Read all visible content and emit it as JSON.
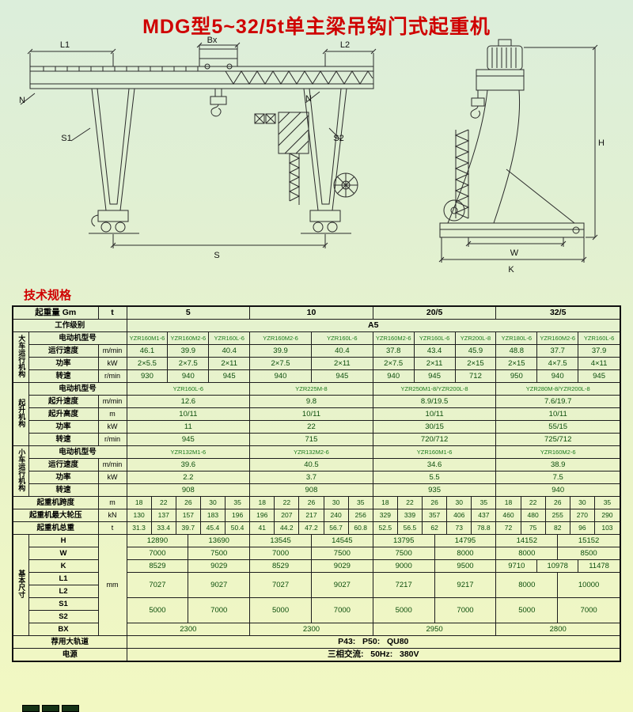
{
  "page": {
    "title": "MDG型5~32/5t单主梁吊钩门式起重机",
    "section_header": "技术规格"
  },
  "drawing": {
    "labels": {
      "l1": "L1",
      "bx": "Bx",
      "l2": "L2",
      "n1": "N",
      "n2": "N",
      "s1": "S1",
      "s2": "S2",
      "s": "S",
      "h": "H",
      "w": "W",
      "k": "K"
    }
  },
  "table": {
    "rows": [
      [
        {
          "t": "起重量 Gm",
          "c": 2,
          "k": "hdr"
        },
        {
          "t": "t",
          "k": "hdr"
        },
        {
          "t": "5",
          "c": 30,
          "k": "hdr"
        },
        {
          "t": "10",
          "c": 30,
          "k": "hdr"
        },
        {
          "t": "20/5",
          "c": 30,
          "k": "hdr"
        },
        {
          "t": "32/5",
          "c": 30,
          "k": "hdr"
        }
      ],
      [
        {
          "t": "工作级别",
          "c": 3,
          "k": "lbl"
        },
        {
          "t": "A5",
          "c": 120,
          "k": "hdr"
        }
      ],
      [
        {
          "t": "大车运行机构",
          "r": 4,
          "k": "grp"
        },
        {
          "t": "电动机型号",
          "c": 2,
          "k": "lbl"
        },
        {
          "t": "YZR160M1-6",
          "c": 10,
          "k": "mdl"
        },
        {
          "t": "YZR160M2-6",
          "c": 10,
          "k": "mdl"
        },
        {
          "t": "YZR160L-6",
          "c": 10,
          "k": "mdl"
        },
        {
          "t": "YZR160M2-6",
          "c": 15,
          "k": "mdl"
        },
        {
          "t": "YZR160L-6",
          "c": 15,
          "k": "mdl"
        },
        {
          "t": "YZR160M2-6",
          "c": 10,
          "k": "mdl"
        },
        {
          "t": "YZR160L-6",
          "c": 10,
          "k": "mdl"
        },
        {
          "t": "YZR200L-8",
          "c": 10,
          "k": "mdl"
        },
        {
          "t": "YZR180L-6",
          "c": 10,
          "k": "mdl"
        },
        {
          "t": "YZR160M2-6",
          "c": 10,
          "k": "mdl"
        },
        {
          "t": "YZR160L-6",
          "c": 10,
          "k": "mdl"
        }
      ],
      [
        {
          "t": "运行速度",
          "k": "lbl"
        },
        {
          "t": "m/min",
          "k": "unit"
        },
        {
          "t": "46.1",
          "c": 10
        },
        {
          "t": "39.9",
          "c": 10
        },
        {
          "t": "40.4",
          "c": 10
        },
        {
          "t": "39.9",
          "c": 15
        },
        {
          "t": "40.4",
          "c": 15
        },
        {
          "t": "37.8",
          "c": 10
        },
        {
          "t": "43.4",
          "c": 10
        },
        {
          "t": "45.9",
          "c": 10
        },
        {
          "t": "48.8",
          "c": 10
        },
        {
          "t": "37.7",
          "c": 10
        },
        {
          "t": "37.9",
          "c": 10
        }
      ],
      [
        {
          "t": "功率",
          "k": "lbl"
        },
        {
          "t": "kW",
          "k": "unit"
        },
        {
          "t": "2×5.5",
          "c": 10
        },
        {
          "t": "2×7.5",
          "c": 10
        },
        {
          "t": "2×11",
          "c": 10
        },
        {
          "t": "2×7.5",
          "c": 15
        },
        {
          "t": "2×11",
          "c": 15
        },
        {
          "t": "2×7.5",
          "c": 10
        },
        {
          "t": "2×11",
          "c": 10
        },
        {
          "t": "2×15",
          "c": 10
        },
        {
          "t": "2×15",
          "c": 10
        },
        {
          "t": "4×7.5",
          "c": 10
        },
        {
          "t": "4×11",
          "c": 10
        }
      ],
      [
        {
          "t": "转速",
          "k": "lbl"
        },
        {
          "t": "r/min",
          "k": "unit"
        },
        {
          "t": "930",
          "c": 10
        },
        {
          "t": "940",
          "c": 10
        },
        {
          "t": "945",
          "c": 10
        },
        {
          "t": "940",
          "c": 15
        },
        {
          "t": "945",
          "c": 15
        },
        {
          "t": "940",
          "c": 10
        },
        {
          "t": "945",
          "c": 10
        },
        {
          "t": "712",
          "c": 10
        },
        {
          "t": "950",
          "c": 10
        },
        {
          "t": "940",
          "c": 10
        },
        {
          "t": "945",
          "c": 10
        }
      ],
      [
        {
          "t": "起升机构",
          "r": 5,
          "k": "grp"
        },
        {
          "t": "电动机型号",
          "c": 2,
          "k": "lbl"
        },
        {
          "t": "YZR160L-6",
          "c": 30,
          "k": "mdl"
        },
        {
          "t": "YZR225M-8",
          "c": 30,
          "k": "mdl"
        },
        {
          "t": "YZR250M1-8/YZR200L-8",
          "c": 30,
          "k": "mdl"
        },
        {
          "t": "YZR280M-8/YZR200L-8",
          "c": 30,
          "k": "mdl"
        }
      ],
      [
        {
          "t": "起升速度",
          "k": "lbl"
        },
        {
          "t": "m/min",
          "k": "unit"
        },
        {
          "t": "12.6",
          "c": 30
        },
        {
          "t": "9.8",
          "c": 30
        },
        {
          "t": "8.9/19.5",
          "c": 30
        },
        {
          "t": "7.6/19.7",
          "c": 30
        }
      ],
      [
        {
          "t": "起升高度",
          "k": "lbl"
        },
        {
          "t": "m",
          "k": "unit"
        },
        {
          "t": "10/11",
          "c": 30
        },
        {
          "t": "10/11",
          "c": 30
        },
        {
          "t": "10/11",
          "c": 30
        },
        {
          "t": "10/11",
          "c": 30
        }
      ],
      [
        {
          "t": "功率",
          "k": "lbl"
        },
        {
          "t": "kW",
          "k": "unit"
        },
        {
          "t": "11",
          "c": 30
        },
        {
          "t": "22",
          "c": 30
        },
        {
          "t": "30/15",
          "c": 30
        },
        {
          "t": "55/15",
          "c": 30
        }
      ],
      [
        {
          "t": "转速",
          "k": "lbl"
        },
        {
          "t": "r/min",
          "k": "unit"
        },
        {
          "t": "945",
          "c": 30
        },
        {
          "t": "715",
          "c": 30
        },
        {
          "t": "720/712",
          "c": 30
        },
        {
          "t": "725/712",
          "c": 30
        }
      ],
      [
        {
          "t": "小车运行机构",
          "r": 4,
          "k": "grp"
        },
        {
          "t": "电动机型号",
          "c": 2,
          "k": "lbl"
        },
        {
          "t": "YZR132M1-6",
          "c": 30,
          "k": "mdl"
        },
        {
          "t": "YZR132M2-6",
          "c": 30,
          "k": "mdl"
        },
        {
          "t": "YZR160M1-6",
          "c": 30,
          "k": "mdl"
        },
        {
          "t": "YZR160M2-6",
          "c": 30,
          "k": "mdl"
        }
      ],
      [
        {
          "t": "运行速度",
          "k": "lbl"
        },
        {
          "t": "m/min",
          "k": "unit"
        },
        {
          "t": "39.6",
          "c": 30
        },
        {
          "t": "40.5",
          "c": 30
        },
        {
          "t": "34.6",
          "c": 30
        },
        {
          "t": "38.9",
          "c": 30
        }
      ],
      [
        {
          "t": "功率",
          "k": "lbl"
        },
        {
          "t": "kW",
          "k": "unit"
        },
        {
          "t": "2.2",
          "c": 30
        },
        {
          "t": "3.7",
          "c": 30
        },
        {
          "t": "5.5",
          "c": 30
        },
        {
          "t": "7.5",
          "c": 30
        }
      ],
      [
        {
          "t": "转速",
          "k": "lbl"
        },
        {
          "t": "",
          "k": "unit"
        },
        {
          "t": "908",
          "c": 30
        },
        {
          "t": "908",
          "c": 30
        },
        {
          "t": "935",
          "c": 30
        },
        {
          "t": "940",
          "c": 30
        }
      ],
      [
        {
          "t": "起重机跨度",
          "c": 2,
          "k": "lbl"
        },
        {
          "t": "m",
          "k": "unit"
        },
        {
          "t": "18",
          "c": 6,
          "k": "sm"
        },
        {
          "t": "22",
          "c": 6,
          "k": "sm"
        },
        {
          "t": "26",
          "c": 6,
          "k": "sm"
        },
        {
          "t": "30",
          "c": 6,
          "k": "sm"
        },
        {
          "t": "35",
          "c": 6,
          "k": "sm"
        },
        {
          "t": "18",
          "c": 6,
          "k": "sm"
        },
        {
          "t": "22",
          "c": 6,
          "k": "sm"
        },
        {
          "t": "26",
          "c": 6,
          "k": "sm"
        },
        {
          "t": "30",
          "c": 6,
          "k": "sm"
        },
        {
          "t": "35",
          "c": 6,
          "k": "sm"
        },
        {
          "t": "18",
          "c": 6,
          "k": "sm"
        },
        {
          "t": "22",
          "c": 6,
          "k": "sm"
        },
        {
          "t": "26",
          "c": 6,
          "k": "sm"
        },
        {
          "t": "30",
          "c": 6,
          "k": "sm"
        },
        {
          "t": "35",
          "c": 6,
          "k": "sm"
        },
        {
          "t": "18",
          "c": 6,
          "k": "sm"
        },
        {
          "t": "22",
          "c": 6,
          "k": "sm"
        },
        {
          "t": "26",
          "c": 6,
          "k": "sm"
        },
        {
          "t": "30",
          "c": 6,
          "k": "sm"
        },
        {
          "t": "35",
          "c": 6,
          "k": "sm"
        }
      ],
      [
        {
          "t": "起重机最大轮压",
          "c": 2,
          "k": "lbl"
        },
        {
          "t": "kN",
          "k": "unit"
        },
        {
          "t": "130",
          "c": 6,
          "k": "sm"
        },
        {
          "t": "137",
          "c": 6,
          "k": "sm"
        },
        {
          "t": "157",
          "c": 6,
          "k": "sm"
        },
        {
          "t": "183",
          "c": 6,
          "k": "sm"
        },
        {
          "t": "196",
          "c": 6,
          "k": "sm"
        },
        {
          "t": "196",
          "c": 6,
          "k": "sm"
        },
        {
          "t": "207",
          "c": 6,
          "k": "sm"
        },
        {
          "t": "217",
          "c": 6,
          "k": "sm"
        },
        {
          "t": "240",
          "c": 6,
          "k": "sm"
        },
        {
          "t": "256",
          "c": 6,
          "k": "sm"
        },
        {
          "t": "329",
          "c": 6,
          "k": "sm"
        },
        {
          "t": "339",
          "c": 6,
          "k": "sm"
        },
        {
          "t": "357",
          "c": 6,
          "k": "sm"
        },
        {
          "t": "406",
          "c": 6,
          "k": "sm"
        },
        {
          "t": "437",
          "c": 6,
          "k": "sm"
        },
        {
          "t": "460",
          "c": 6,
          "k": "sm"
        },
        {
          "t": "480",
          "c": 6,
          "k": "sm"
        },
        {
          "t": "255",
          "c": 6,
          "k": "sm"
        },
        {
          "t": "270",
          "c": 6,
          "k": "sm"
        },
        {
          "t": "290",
          "c": 6,
          "k": "sm"
        }
      ],
      [
        {
          "t": "起重机总重",
          "c": 2,
          "k": "lbl"
        },
        {
          "t": "t",
          "k": "unit"
        },
        {
          "t": "31.3",
          "c": 6,
          "k": "sm"
        },
        {
          "t": "33.4",
          "c": 6,
          "k": "sm"
        },
        {
          "t": "39.7",
          "c": 6,
          "k": "sm"
        },
        {
          "t": "45.4",
          "c": 6,
          "k": "sm"
        },
        {
          "t": "50.4",
          "c": 6,
          "k": "sm"
        },
        {
          "t": "41",
          "c": 6,
          "k": "sm"
        },
        {
          "t": "44.2",
          "c": 6,
          "k": "sm"
        },
        {
          "t": "47.2",
          "c": 6,
          "k": "sm"
        },
        {
          "t": "56.7",
          "c": 6,
          "k": "sm"
        },
        {
          "t": "60.8",
          "c": 6,
          "k": "sm"
        },
        {
          "t": "52.5",
          "c": 6,
          "k": "sm"
        },
        {
          "t": "56.5",
          "c": 6,
          "k": "sm"
        },
        {
          "t": "62",
          "c": 6,
          "k": "sm"
        },
        {
          "t": "73",
          "c": 6,
          "k": "sm"
        },
        {
          "t": "78.8",
          "c": 6,
          "k": "sm"
        },
        {
          "t": "72",
          "c": 6,
          "k": "sm"
        },
        {
          "t": "75",
          "c": 6,
          "k": "sm"
        },
        {
          "t": "82",
          "c": 6,
          "k": "sm"
        },
        {
          "t": "96",
          "c": 6,
          "k": "sm"
        },
        {
          "t": "103",
          "c": 6,
          "k": "sm"
        }
      ],
      [
        {
          "t": "基本尺寸",
          "r": 8,
          "k": "grp"
        },
        {
          "t": "H",
          "k": "lbl"
        },
        {
          "t": "mm",
          "r": 8,
          "k": "unit"
        },
        {
          "t": "12890",
          "c": 15
        },
        {
          "t": "13690",
          "c": 15
        },
        {
          "t": "13545",
          "c": 15
        },
        {
          "t": "14545",
          "c": 15
        },
        {
          "t": "13795",
          "c": 15
        },
        {
          "t": "14795",
          "c": 15
        },
        {
          "t": "14152",
          "c": 15
        },
        {
          "t": "15152",
          "c": 15
        }
      ],
      [
        {
          "t": "W",
          "k": "lbl"
        },
        {
          "t": "7000",
          "c": 15
        },
        {
          "t": "7500",
          "c": 15
        },
        {
          "t": "7000",
          "c": 15
        },
        {
          "t": "7500",
          "c": 15
        },
        {
          "t": "7500",
          "c": 15
        },
        {
          "t": "8000",
          "c": 15
        },
        {
          "t": "8000",
          "c": 15
        },
        {
          "t": "8500",
          "c": 15
        }
      ],
      [
        {
          "t": "K",
          "k": "lbl"
        },
        {
          "t": "8529",
          "c": 15
        },
        {
          "t": "9029",
          "c": 15
        },
        {
          "t": "8529",
          "c": 15
        },
        {
          "t": "9029",
          "c": 15
        },
        {
          "t": "9000",
          "c": 15
        },
        {
          "t": "9500",
          "c": 15
        },
        {
          "t": "9710",
          "c": 10
        },
        {
          "t": "10978",
          "c": 10
        },
        {
          "t": "11478",
          "c": 10
        }
      ],
      [
        {
          "t": "L1",
          "k": "lbl"
        },
        {
          "t": "7027",
          "c": 15,
          "r": 2
        },
        {
          "t": "9027",
          "c": 15,
          "r": 2
        },
        {
          "t": "7027",
          "c": 15,
          "r": 2
        },
        {
          "t": "9027",
          "c": 15,
          "r": 2
        },
        {
          "t": "7217",
          "c": 15,
          "r": 2
        },
        {
          "t": "9217",
          "c": 15,
          "r": 2
        },
        {
          "t": "8000",
          "c": 15,
          "r": 2
        },
        {
          "t": "10000",
          "c": 15,
          "r": 2
        }
      ],
      [
        {
          "t": "L2",
          "k": "lbl"
        }
      ],
      [
        {
          "t": "S1",
          "k": "lbl"
        },
        {
          "t": "5000",
          "c": 15,
          "r": 2
        },
        {
          "t": "7000",
          "c": 15,
          "r": 2
        },
        {
          "t": "5000",
          "c": 15,
          "r": 2
        },
        {
          "t": "7000",
          "c": 15,
          "r": 2
        },
        {
          "t": "5000",
          "c": 15,
          "r": 2
        },
        {
          "t": "7000",
          "c": 15,
          "r": 2
        },
        {
          "t": "5000",
          "c": 15,
          "r": 2
        },
        {
          "t": "7000",
          "c": 15,
          "r": 2
        }
      ],
      [
        {
          "t": "S2",
          "k": "lbl"
        }
      ],
      [
        {
          "t": "BX",
          "k": "lbl"
        },
        {
          "t": "2300",
          "c": 30
        },
        {
          "t": "2300",
          "c": 30
        },
        {
          "t": "2950",
          "c": 30
        },
        {
          "t": "2800",
          "c": 30
        }
      ],
      [
        {
          "t": "荐用大轨道",
          "c": 3,
          "k": "lbl"
        },
        {
          "t": "P43:   P50:   QU80",
          "c": 120,
          "k": "hdr"
        }
      ],
      [
        {
          "t": "电源",
          "c": 3,
          "k": "lbl"
        },
        {
          "t": "三相交流:   50Hz:   380V",
          "c": 120,
          "k": "hdr"
        }
      ]
    ]
  }
}
